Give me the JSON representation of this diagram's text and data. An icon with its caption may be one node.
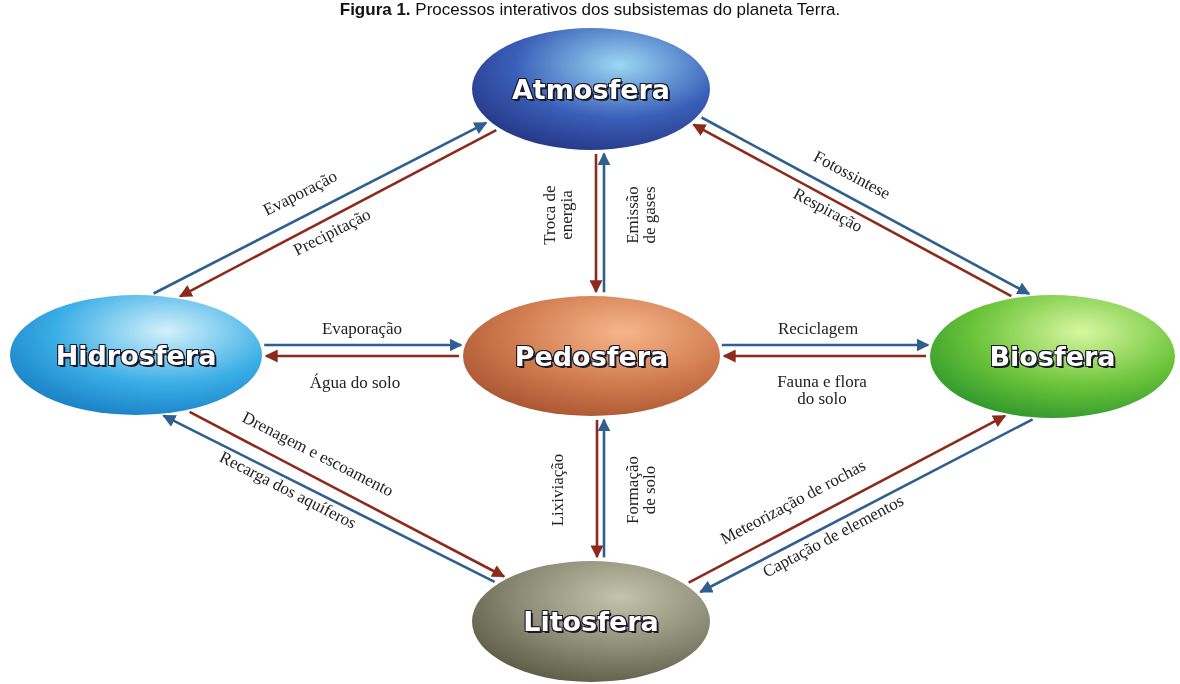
{
  "diagram": {
    "title": "**Figura 1.** Processos interativos dos subsistemas do planeta Terra.",
    "nodes": [
      {
        "text": [
          "Atmosfera"
        ]
      },
      {
        "text": [
          "Hidrosfera"
        ]
      },
      {
        "text": [
          "Pedosfera"
        ]
      },
      {
        "text": [
          "Biosfera"
        ]
      },
      {
        "text": [
          "Litosfera"
        ]
      }
    ],
    "edges": [
      {
        "from": 1,
        "to": 0,
        "arrow": "to",
        "label": "Evaporação",
        "color": "#2f5f8e"
      },
      {
        "from": 0,
        "to": 1,
        "arrow": "to",
        "label": "Precipitação",
        "color": "#8c2a1c"
      },
      {
        "from": 0,
        "to": 2,
        "arrow": "to",
        "label": "Troca de energia",
        "color": "#8c2a1c"
      },
      {
        "from": 2,
        "to": 0,
        "arrow": "to",
        "label": "Emissão de gases",
        "color": "#2f5f8e"
      },
      {
        "from": 0,
        "to": 3,
        "arrow": "to",
        "label": "Fotossintese",
        "color": "#2f5f8e"
      },
      {
        "from": 3,
        "to": 0,
        "arrow": "to",
        "label": "Respiração",
        "color": "#8c2a1c"
      },
      {
        "from": 1,
        "to": 2,
        "arrow": "to",
        "label": "Evaporação",
        "color": "#2f5f8e"
      },
      {
        "from": 2,
        "to": 1,
        "arrow": "to",
        "label": "Água do solo",
        "color": "#8c2a1c"
      },
      {
        "from": 2,
        "to": 3,
        "arrow": "to",
        "label": "Reciclagem",
        "color": "#2f5f8e"
      },
      {
        "from": 3,
        "to": 2,
        "arrow": "to",
        "label": "Fauna e flora do solo",
        "color": "#8c2a1c"
      },
      {
        "from": 1,
        "to": 4,
        "arrow": "to",
        "label": "Drenagem e escoamento",
        "color": "#8c2a1c"
      },
      {
        "from": 4,
        "to": 1,
        "arrow": "to",
        "label": "Recarga dos aquíferos",
        "color": "#2f5f8e"
      },
      {
        "from": 2,
        "to": 4,
        "arrow": "to",
        "label": "Lixiviação",
        "color": "#8c2a1c"
      },
      {
        "from": 4,
        "to": 2,
        "arrow": "to",
        "label": "Formação de solo",
        "color": "#2f5f8e"
      },
      {
        "from": 4,
        "to": 3,
        "arrow": "to",
        "label": "Meteorização de rochas",
        "color": "#8c2a1c"
      },
      {
        "from": 3,
        "to": 4,
        "arrow": "to",
        "label": "Captação de elementos",
        "color": "#2f5f8e"
      }
    ]
  }
}
